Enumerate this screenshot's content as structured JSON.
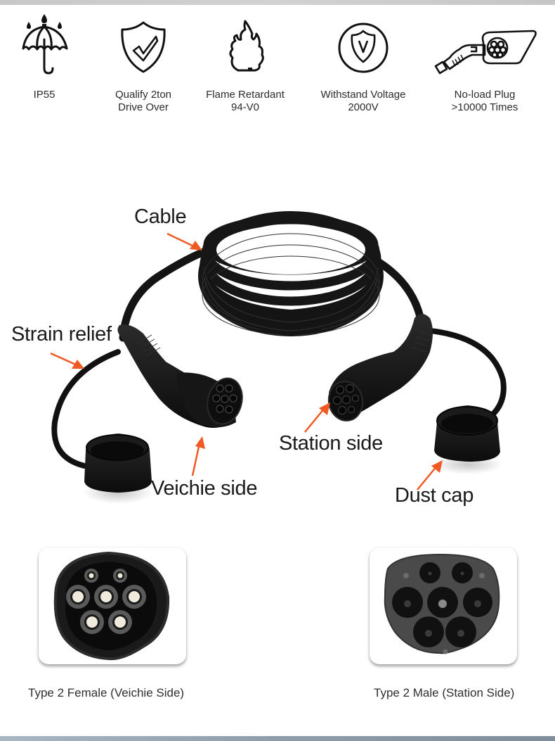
{
  "features": [
    {
      "id": "ip55",
      "icon": "umbrella-rain-icon",
      "line1": "IP55",
      "line2": ""
    },
    {
      "id": "drive-over",
      "icon": "shield-check-icon",
      "line1": "Qualify 2ton",
      "line2": "Drive Over"
    },
    {
      "id": "flame",
      "icon": "flame-icon",
      "line1": "Flame Retardant",
      "line2": "94-V0"
    },
    {
      "id": "voltage",
      "icon": "voltage-shield-icon",
      "line1": "Withstand Voltage",
      "line2": "2000V"
    },
    {
      "id": "plug",
      "icon": "ev-plug-icon",
      "line1": "No-load Plug",
      "line2": ">10000 Times"
    }
  ],
  "diagram": {
    "callouts": {
      "cable": "Cable",
      "strain_relief": "Strain relief",
      "vehicle_side": "Veichie side",
      "station_side": "Station side",
      "dust_cap": "Dust cap"
    },
    "arrow_color": "#f05a22"
  },
  "connectors": [
    {
      "icon": "type2-female-socket-image",
      "caption": "Type 2 Female (Veichie Side)"
    },
    {
      "icon": "type2-male-socket-image",
      "caption": "Type 2 Male (Station Side)"
    }
  ]
}
